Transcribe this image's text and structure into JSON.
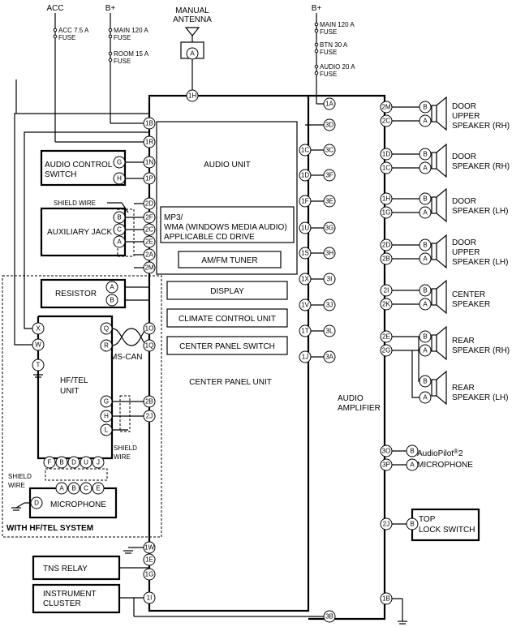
{
  "supplies": {
    "acc": "ACC",
    "bplus_left": "B+",
    "bplus_right": "B+"
  },
  "fuses": {
    "acc_75": [
      "ACC 7.5 A",
      "FUSE"
    ],
    "main_120_left": [
      "MAIN 120 A",
      "FUSE"
    ],
    "room_15": [
      "ROOM 15 A",
      "FUSE"
    ],
    "main_120_right": [
      "MAIN 120 A",
      "FUSE"
    ],
    "btn_30": [
      "BTN 30 A",
      "FUSE"
    ],
    "audio_20": [
      "AUDIO 20 A",
      "FUSE"
    ]
  },
  "antenna": [
    "MANUAL",
    "ANTENNA"
  ],
  "audio_unit": {
    "title": "AUDIO UNIT",
    "mp3": [
      "MP3/",
      "WMA (WINDOWS MEDIA AUDIO)",
      "APPLICABLE CD DRIVE"
    ],
    "tuner": "AM/FM TUNER"
  },
  "center_panel": {
    "display": "DISPLAY",
    "climate": "CLIMATE CONTROL UNIT",
    "switch": "CENTER PANEL SWITCH",
    "title": "CENTER PANEL UNIT"
  },
  "components": {
    "audio_control_switch": [
      "AUDIO CONTROL",
      "SWITCH"
    ],
    "shield_wire": "SHIELD WIRE",
    "auxiliary_jack": "AUXILIARY JACK",
    "resistor": "RESISTOR",
    "ms_can": "MS-CAN",
    "hf_tel_unit": [
      "HF/TEL",
      "UNIT"
    ],
    "shield_wire_right": [
      "SHIELD",
      "WIRE"
    ],
    "shield_wire_left": [
      "SHIELD",
      "WIRE"
    ],
    "microphone": "MICROPHONE",
    "hf_tel_system": "WITH HF/TEL SYSTEM",
    "tns_relay": "TNS RELAY",
    "instrument_cluster": [
      "INSTRUMENT",
      "CLUSTER"
    ],
    "audio_amplifier": [
      "AUDIO",
      "AMPLIFIER"
    ]
  },
  "speakers": {
    "door_upper_rh": [
      "DOOR",
      "UPPER",
      "SPEAKER (RH)"
    ],
    "door_rh": [
      "DOOR",
      "SPEAKER (RH)"
    ],
    "door_lh": [
      "DOOR",
      "SPEAKER (LH)"
    ],
    "door_upper_lh": [
      "DOOR",
      "UPPER",
      "SPEAKER (LH)"
    ],
    "center": [
      "CENTER",
      "SPEAKER"
    ],
    "rear_rh": [
      "REAR",
      "SPEAKER (RH)"
    ],
    "rear_lh": [
      "REAR",
      "SPEAKER (LH)"
    ]
  },
  "audiopilot": {
    "name": "AudioPilot",
    "reg": "®",
    "suffix": "2",
    "mic": "MICROPHONE"
  },
  "top_lock": [
    "TOP",
    "LOCK SWITCH"
  ],
  "pins": {
    "p1H": "1H",
    "p1B": "1B",
    "p1R": "1R",
    "p1N": "1N",
    "p1P": "1P",
    "p2D": "2D",
    "p2F": "2F",
    "p2C": "2C",
    "p2E": "2E",
    "p2A": "2A",
    "p2M": "2M",
    "p1O": "1O",
    "p1Q": "1Q",
    "p2B": "2B",
    "p2J": "2J",
    "p1W": "1W",
    "p1E": "1E",
    "p1G": "1G",
    "p1I": "1I",
    "p1A": "1A",
    "p1C": "1C",
    "p1D": "1D",
    "p1F": "1F",
    "p1U": "1U",
    "p1S": "1S",
    "p1X": "1X",
    "p1V": "1V",
    "p1T": "1T",
    "p1J": "1J",
    "p3D": "3D",
    "p3C": "3C",
    "p3F": "3F",
    "p3E": "3E",
    "p3G": "3G",
    "p3H": "3H",
    "p3I": "3I",
    "p3J": "3J",
    "p3L": "3L",
    "p3A": "3A",
    "p3B": "3B",
    "p2M_r": "2M",
    "p2C_r": "2C",
    "p1D_r": "1D",
    "p1C_r": "1C",
    "p1H_r": "1H",
    "p1G_r": "1G",
    "p2D_r": "2D",
    "p2B_r": "2B",
    "p2I_r": "2I",
    "p2K_r": "2K",
    "p2E_r": "2E",
    "p2G_r": "2G",
    "p3O_r": "3O",
    "p3P_r": "3P",
    "p2J_r": "2J",
    "p1B_r": "1B",
    "sA": "A",
    "sB": "B",
    "sC": "C",
    "sG": "G",
    "sH": "H",
    "sQ": "Q",
    "sR": "R",
    "sX": "X",
    "sW": "W",
    "sT": "T",
    "sL": "L",
    "sF": "F",
    "sD": "D",
    "sU": "U",
    "sJ": "J",
    "sE": "E"
  }
}
